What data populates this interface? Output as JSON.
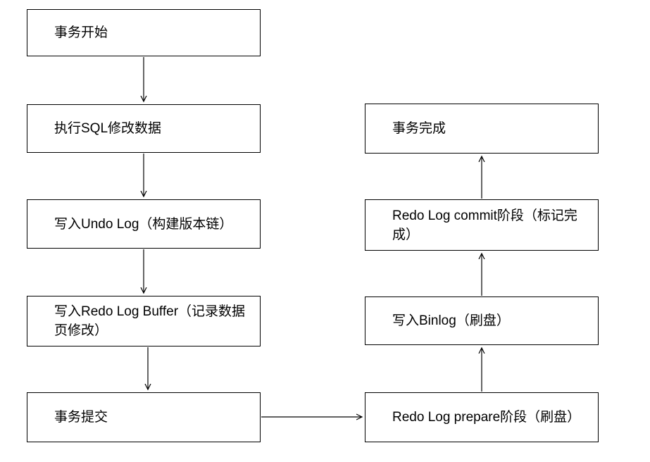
{
  "diagram": {
    "type": "flowchart",
    "subject": "transaction-redo-binlog-flow",
    "colors": {
      "background": "#ffffff",
      "node_fill": "#ffffff",
      "node_border": "#000000",
      "arrow": "#000000",
      "text": "#000000"
    },
    "nodes": {
      "txn_start": {
        "label": "事务开始"
      },
      "exec_sql": {
        "label": "执行SQL修改数据"
      },
      "undo_log": {
        "label": "写入Undo Log（构建版本链）"
      },
      "redo_buffer": {
        "label": "写入Redo Log Buffer（记录数据页修改）"
      },
      "txn_commit": {
        "label": "事务提交"
      },
      "redo_prepare": {
        "label": "Redo Log prepare阶段（刷盘）"
      },
      "binlog": {
        "label": "写入Binlog（刷盘）"
      },
      "redo_commit": {
        "label": "Redo Log commit阶段（标记完成）"
      },
      "txn_complete": {
        "label": "事务完成"
      }
    },
    "edges": [
      {
        "from": "txn_start",
        "to": "exec_sql"
      },
      {
        "from": "exec_sql",
        "to": "undo_log"
      },
      {
        "from": "undo_log",
        "to": "redo_buffer"
      },
      {
        "from": "redo_buffer",
        "to": "txn_commit"
      },
      {
        "from": "txn_commit",
        "to": "redo_prepare"
      },
      {
        "from": "redo_prepare",
        "to": "binlog"
      },
      {
        "from": "binlog",
        "to": "redo_commit"
      },
      {
        "from": "redo_commit",
        "to": "txn_complete"
      }
    ]
  }
}
